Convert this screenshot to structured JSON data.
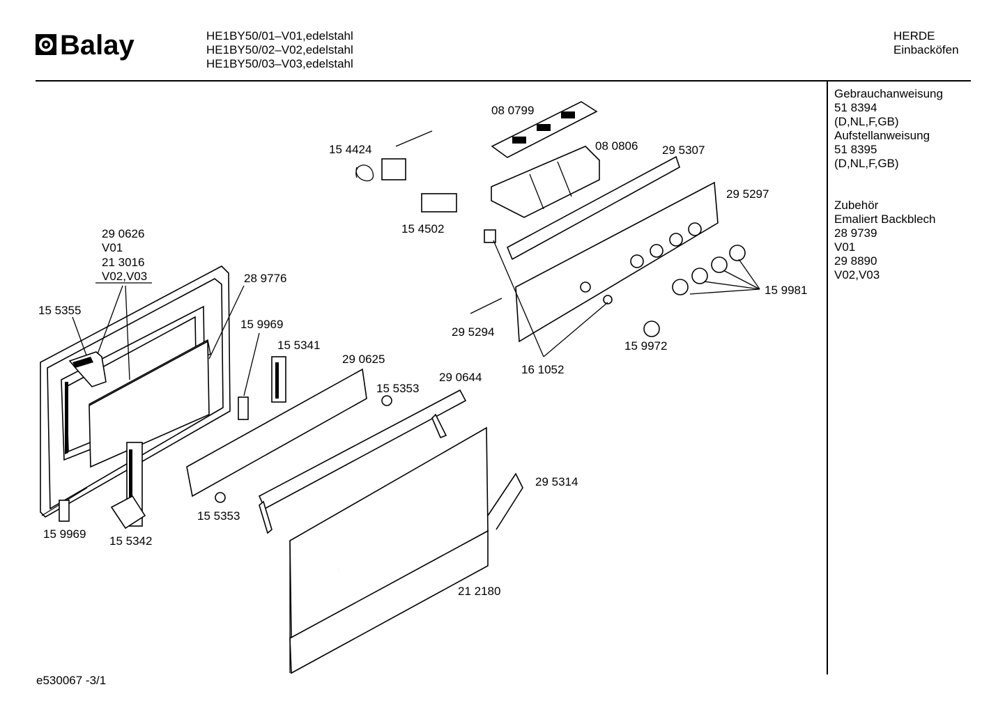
{
  "header": {
    "brand": "Balay",
    "models": [
      "HE1BY50/01–V01,edelstahl",
      "HE1BY50/02–V02,edelstahl",
      "HE1BY50/03–V03,edelstahl"
    ],
    "category": [
      "HERDE",
      "Einbacköfen"
    ]
  },
  "sidebar": {
    "manual_title": "Gebrauchanweisung",
    "manual_number": "51 8394",
    "manual_langs": "(D,NL,F,GB)",
    "install_title": "Aufstellanweisung",
    "install_number": "51 8395",
    "install_langs": "(D,NL,F,GB)",
    "accessories_title": "Zubehör",
    "accessory_name": "Emaliert Backblech",
    "acc1_number": "28 9739",
    "acc1_variant": "V01",
    "acc2_number": "29 8890",
    "acc2_variant": "V02,V03"
  },
  "parts": {
    "p080799": "08 0799",
    "p154424": "15 4424",
    "p080806": "08 0806",
    "p295307": "29 5307",
    "p295297": "29 5297",
    "p154502": "15 4502",
    "p290626": "29 0626",
    "v01": "V01",
    "p213016": "21 3016",
    "v0203": "V02,V03",
    "p289776": "28 9776",
    "p155355": "15 5355",
    "p159969a": "15 9969",
    "p155341": "15 5341",
    "p290625": "29 0625",
    "p155353a": "15 5353",
    "p290644": "29 0644",
    "p295294": "29 5294",
    "p161052": "16 1052",
    "p159972": "15 9972",
    "p159981": "15 9981",
    "p295314": "29 5314",
    "p155353b": "15 5353",
    "p159969b": "15 9969",
    "p155342": "15 5342",
    "p212180": "21 2180"
  },
  "footer": {
    "drawing_id": "e530067  -3/1"
  }
}
